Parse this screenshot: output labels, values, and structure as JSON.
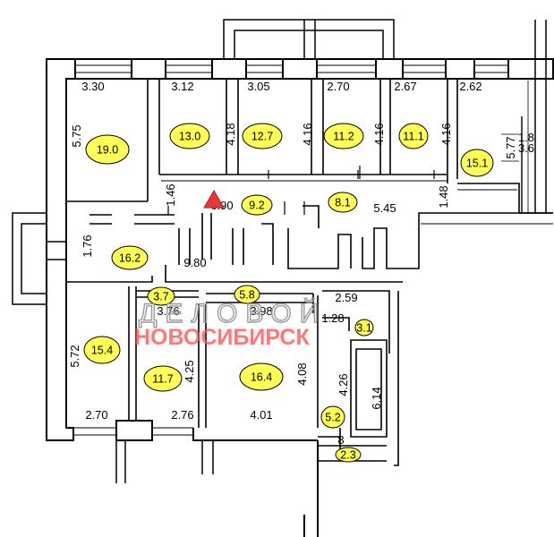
{
  "plan": {
    "watermark_line1": "ДЕЛОВОЙ",
    "watermark_line2": "НОВОСИБИРСК",
    "fill_color": "#ffff55",
    "marker_color": "#e53935",
    "marker_icon": "warning-triangle-icon",
    "dimensions": [
      "3.30",
      "3.12",
      "3.05",
      "2.70",
      "2.67",
      "2.62",
      "5.75",
      "4.18",
      "4.16",
      "4.16",
      "4.16",
      "5.77",
      "1.8",
      "3.6",
      "1.46",
      "6.90",
      "5.45",
      "1.48",
      "1.76",
      "9.80",
      "3.76",
      "3.98",
      "2.59",
      "5.72",
      "4.25",
      "4.08",
      "1.28",
      "4.26",
      "6.14",
      "2.70",
      "2.76",
      "4.01",
      "8"
    ],
    "areas": [
      "19.0",
      "13.0",
      "12.7",
      "11.2",
      "11.1",
      "15.1",
      "9.2",
      "8.1",
      "16.2",
      "3.7",
      "5.8",
      "15.4",
      "11.7",
      "16.4",
      "5.2",
      "2.3",
      "3.1"
    ]
  }
}
